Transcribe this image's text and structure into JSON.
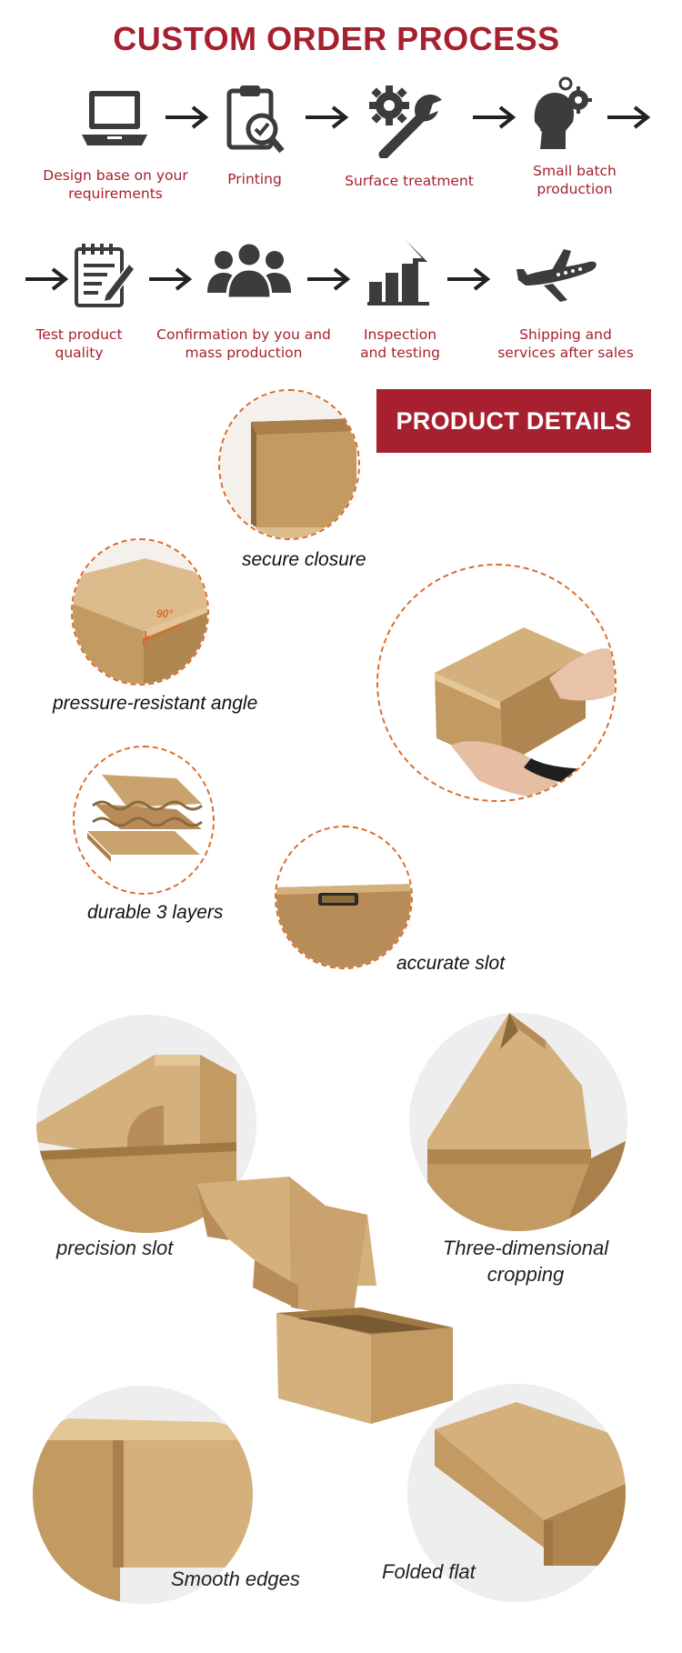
{
  "colors": {
    "title": "#a7202f",
    "icon": "#3c3c3c",
    "step_text": "#a7202f",
    "banner": "#a7202f",
    "dash": "#d86a2a",
    "kraft": "#c9a26e",
    "kraft_dark": "#a9804c",
    "kraft_light": "#dcbc8c"
  },
  "header": {
    "title": "CUSTOM ORDER PROCESS"
  },
  "process": {
    "steps": [
      {
        "icon": "laptop-icon",
        "label_line1": "Design base on your",
        "label_line2": "requirements"
      },
      {
        "icon": "clipboard-check-icon",
        "label_line1": "Printing",
        "label_line2": ""
      },
      {
        "icon": "gear-wrench-icon",
        "label_line1": "Surface treatment",
        "label_line2": ""
      },
      {
        "icon": "head-gears-icon",
        "label_line1": "Small batch",
        "label_line2": "production"
      },
      {
        "icon": "notepad-pencil-icon",
        "label_line1": "Test product",
        "label_line2": "quality"
      },
      {
        "icon": "people-group-icon",
        "label_line1": "Confirmation by you and",
        "label_line2": "mass production"
      },
      {
        "icon": "bar-chart-arrow-icon",
        "label_line1": "Inspection",
        "label_line2": "and testing"
      },
      {
        "icon": "airplane-icon",
        "label_line1": "Shipping and",
        "label_line2": "services after sales"
      }
    ]
  },
  "details": {
    "banner": "PRODUCT DETAILS",
    "angle_mark": "90°",
    "captions": {
      "secure_closure": "secure closure",
      "pressure_angle": "pressure-resistant angle",
      "three_layers": "durable 3 layers",
      "accurate_slot": "accurate slot"
    }
  },
  "features": {
    "precision_slot": "precision slot",
    "three_dimensional_line1": "Three-dimensional",
    "three_dimensional_line2": "cropping",
    "smooth_edges": "Smooth edges",
    "folded_flat": "Folded flat"
  }
}
